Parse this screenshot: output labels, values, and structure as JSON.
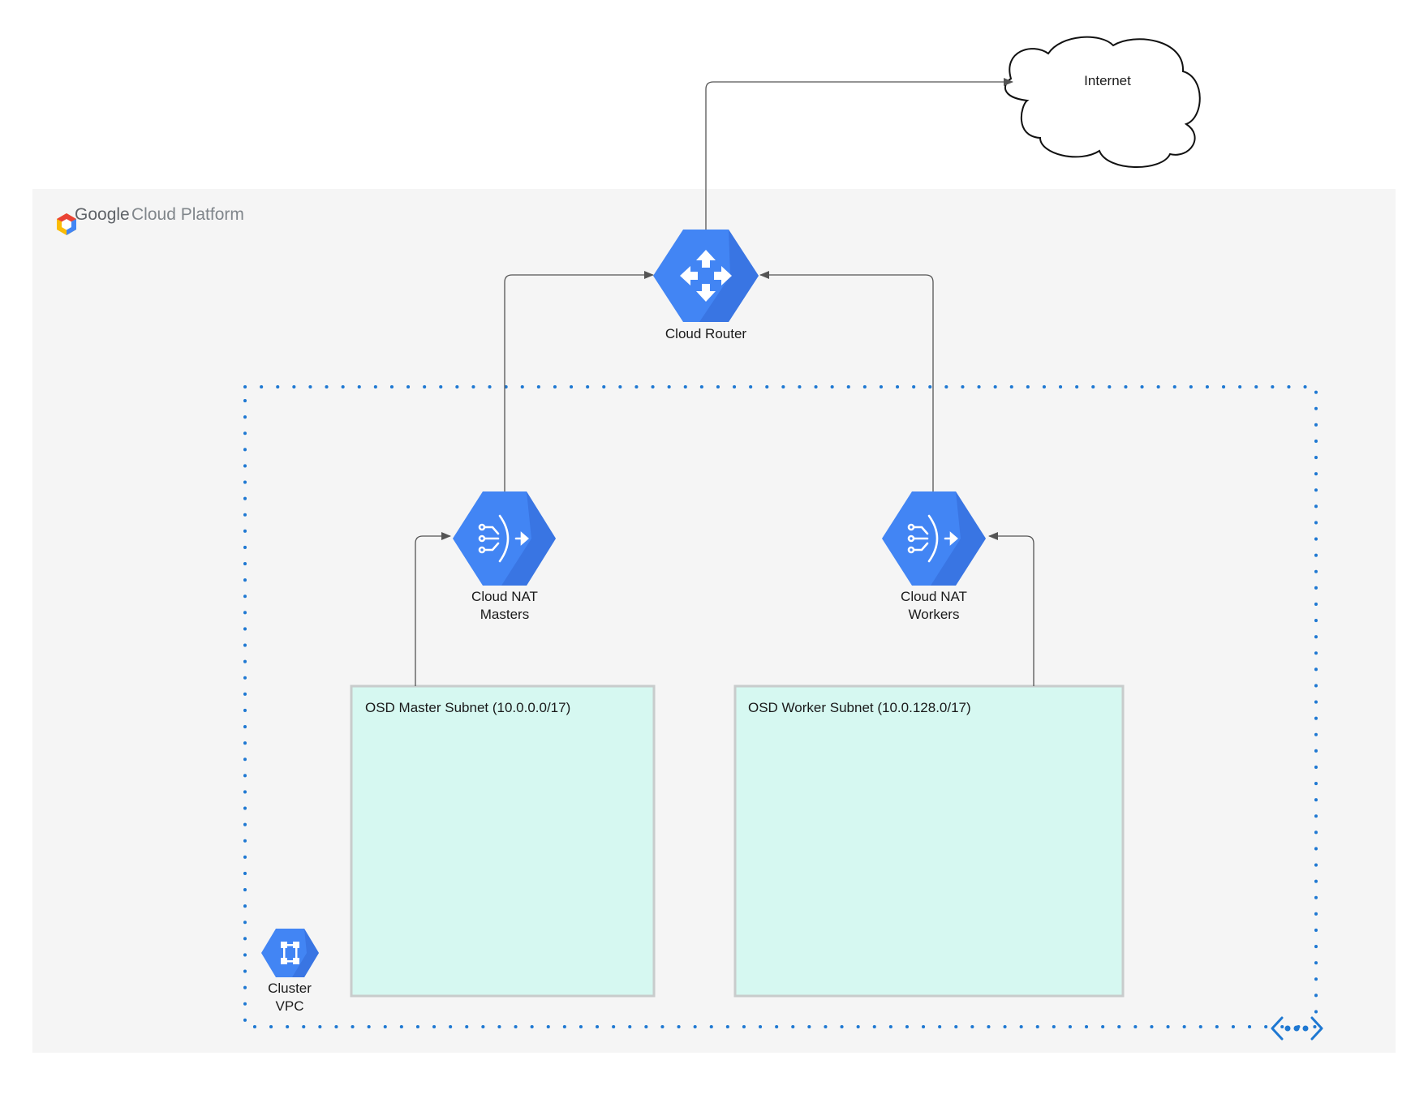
{
  "platform": {
    "brand_word1": "Google",
    "brand_word2": "Cloud Platform",
    "logo_icon": "google-cloud-hexagon-logo"
  },
  "internet": {
    "label": "Internet",
    "icon": "cloud-shape"
  },
  "router": {
    "label": "Cloud Router",
    "icon": "router-arrows-icon"
  },
  "nat_masters": {
    "line1": "Cloud NAT",
    "line2": "Masters",
    "icon": "cloud-nat-icon"
  },
  "nat_workers": {
    "line1": "Cloud NAT",
    "line2": "Workers",
    "icon": "cloud-nat-icon"
  },
  "subnet_master": {
    "label": "OSD Master Subnet (10.0.0.0/17)"
  },
  "subnet_worker": {
    "label": "OSD Worker Subnet (10.0.128.0/17)"
  },
  "vpc": {
    "line1": "Cluster",
    "line2": "VPC",
    "icon": "vpc-network-icon"
  },
  "colors": {
    "gcp_blue": "#4285F4",
    "gcp_blue_dark": "#3367D6",
    "vpc_dotted": "#1E78D2",
    "subnet_fill": "#D6F8F1",
    "platform_bg": "#F5F5F5",
    "connector": "#555555"
  }
}
